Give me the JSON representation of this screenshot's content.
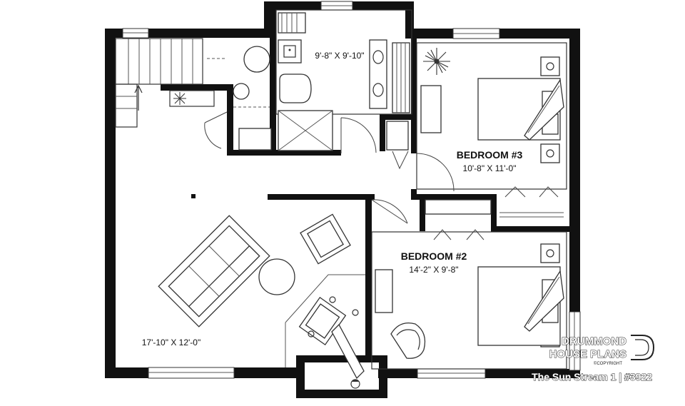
{
  "rooms": {
    "bathroom_dim": "9'-8\" X 9'-10\"",
    "bedroom3_name": "BEDROOM #3",
    "bedroom3_dim": "10'-8\" X 11'-0\"",
    "bedroom2_name": "BEDROOM #2",
    "bedroom2_dim": "14'-2\" X 9'-8\"",
    "family_dim": "17'-10\" X 12'-0\""
  },
  "branding": {
    "line1": "DRUMMOND",
    "line2": "HOUSE PLANS",
    "copyright": "©COPYRIGHT",
    "plan_title": "The Sun Stream 1 | #3922"
  },
  "icons": [
    "plant-icon",
    "brand-logo-icon"
  ]
}
